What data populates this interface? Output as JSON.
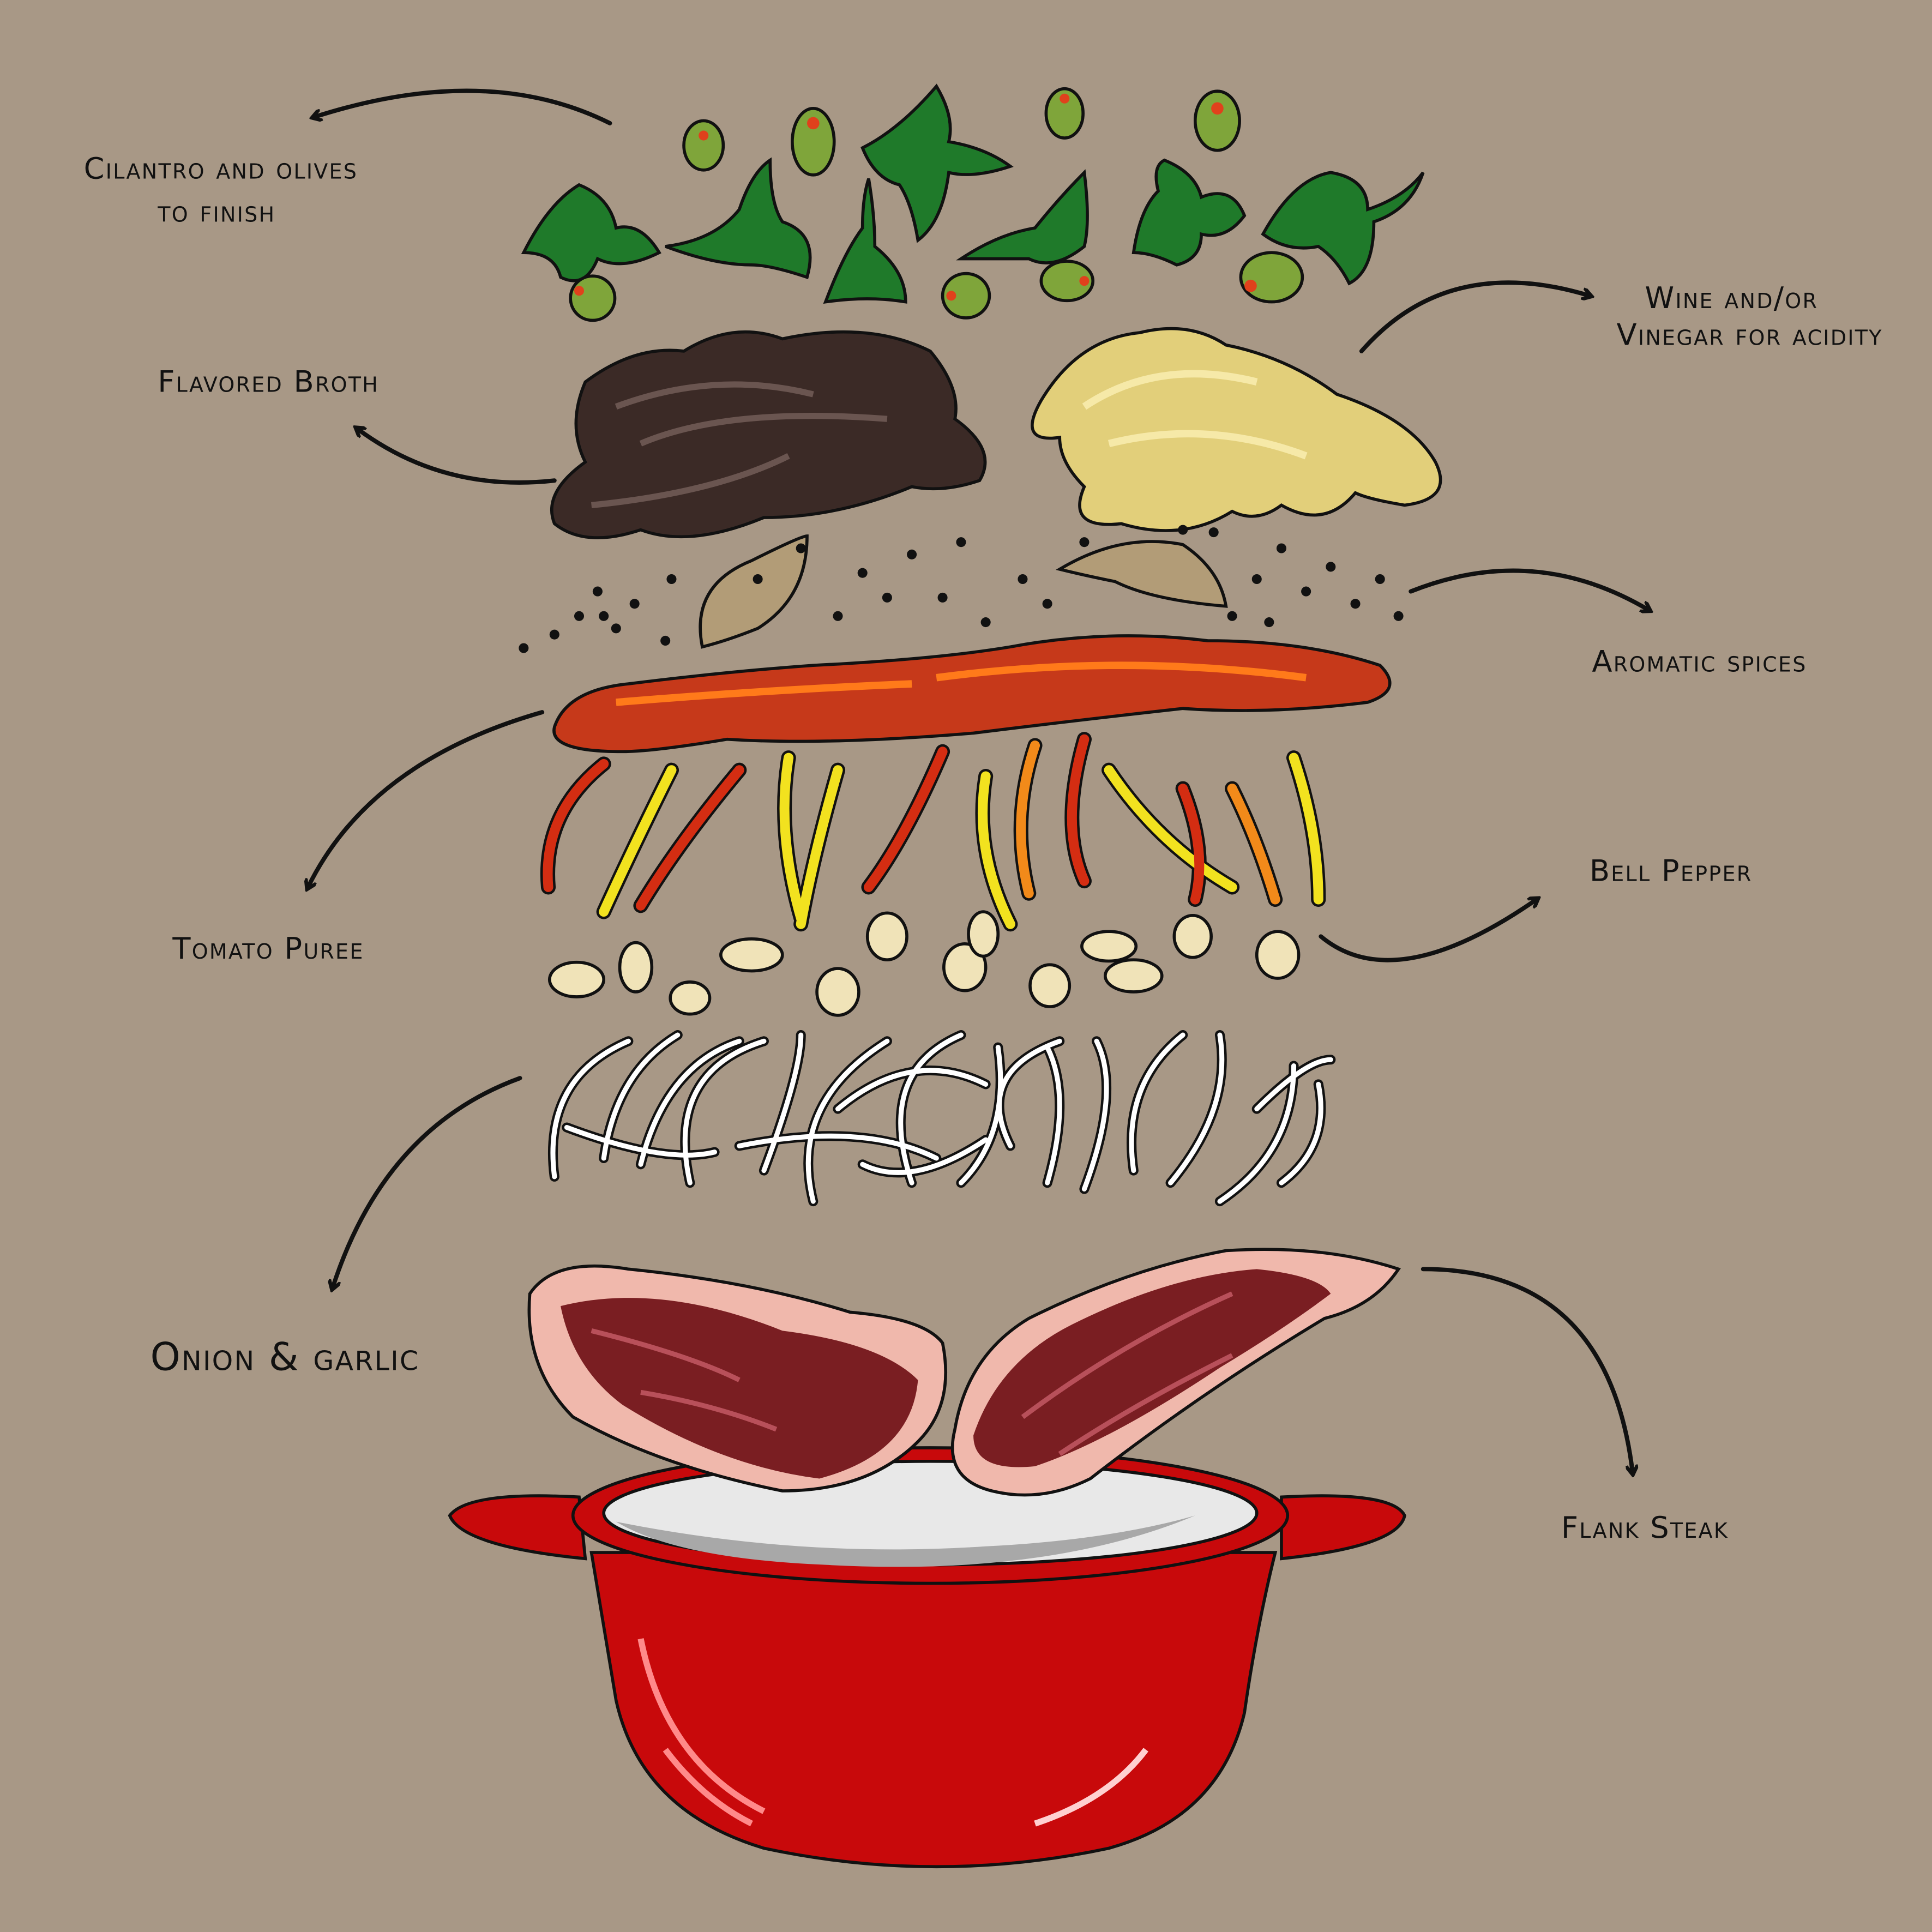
{
  "title": "Ingredient layers falling into a cooking pot",
  "labels": {
    "cilantro": {
      "line1": "Cilantro and olives",
      "line2": "to finish"
    },
    "wine": {
      "line1": "Wine and/or",
      "line2": "Vinegar for acidity"
    },
    "broth": "Flavored Broth",
    "spices": "Aromatic spices",
    "pepper": "Bell Pepper",
    "tomato": "Tomato Puree",
    "onion": "Onion & garlic",
    "steak": "Flank Steak"
  },
  "colors": {
    "background": "#a89886",
    "broth": "#3b2a26",
    "wine": "#e2cf7a",
    "tomato": "#c6391a",
    "pot": "#c8090b",
    "olive": "#7fa53a",
    "cilantro": "#1f7a2a",
    "steak": "#7a1e22"
  }
}
